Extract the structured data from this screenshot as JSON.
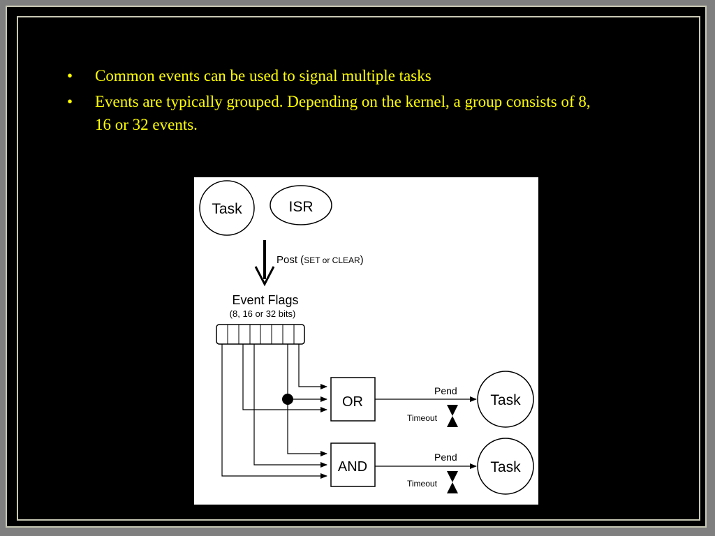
{
  "slide": {
    "bullets": [
      "Common events can be used to signal multiple tasks",
      "Events are typically grouped. Depending on the kernel, a group consists of 8, 16 or 32 events."
    ],
    "bullet_marker": "•"
  },
  "diagram": {
    "source_task_label": "Task",
    "isr_label": "ISR",
    "post_label": "Post (",
    "post_options": "SET or CLEAR",
    "post_close": ")",
    "event_flags_title": "Event Flags",
    "event_flags_subtitle": "(8, 16 or 32 bits)",
    "or_gate_label": "OR",
    "and_gate_label": "AND",
    "pend_label_top": "Pend",
    "pend_label_bottom": "Pend",
    "timeout_label_top": "Timeout",
    "timeout_label_bottom": "Timeout",
    "dest_task_top_label": "Task",
    "dest_task_bottom_label": "Task"
  },
  "colors": {
    "slide_background": "#000000",
    "bullet_text": "#ffff00",
    "frame_border": "#c8c8b4",
    "diagram_background": "#ffffff"
  }
}
